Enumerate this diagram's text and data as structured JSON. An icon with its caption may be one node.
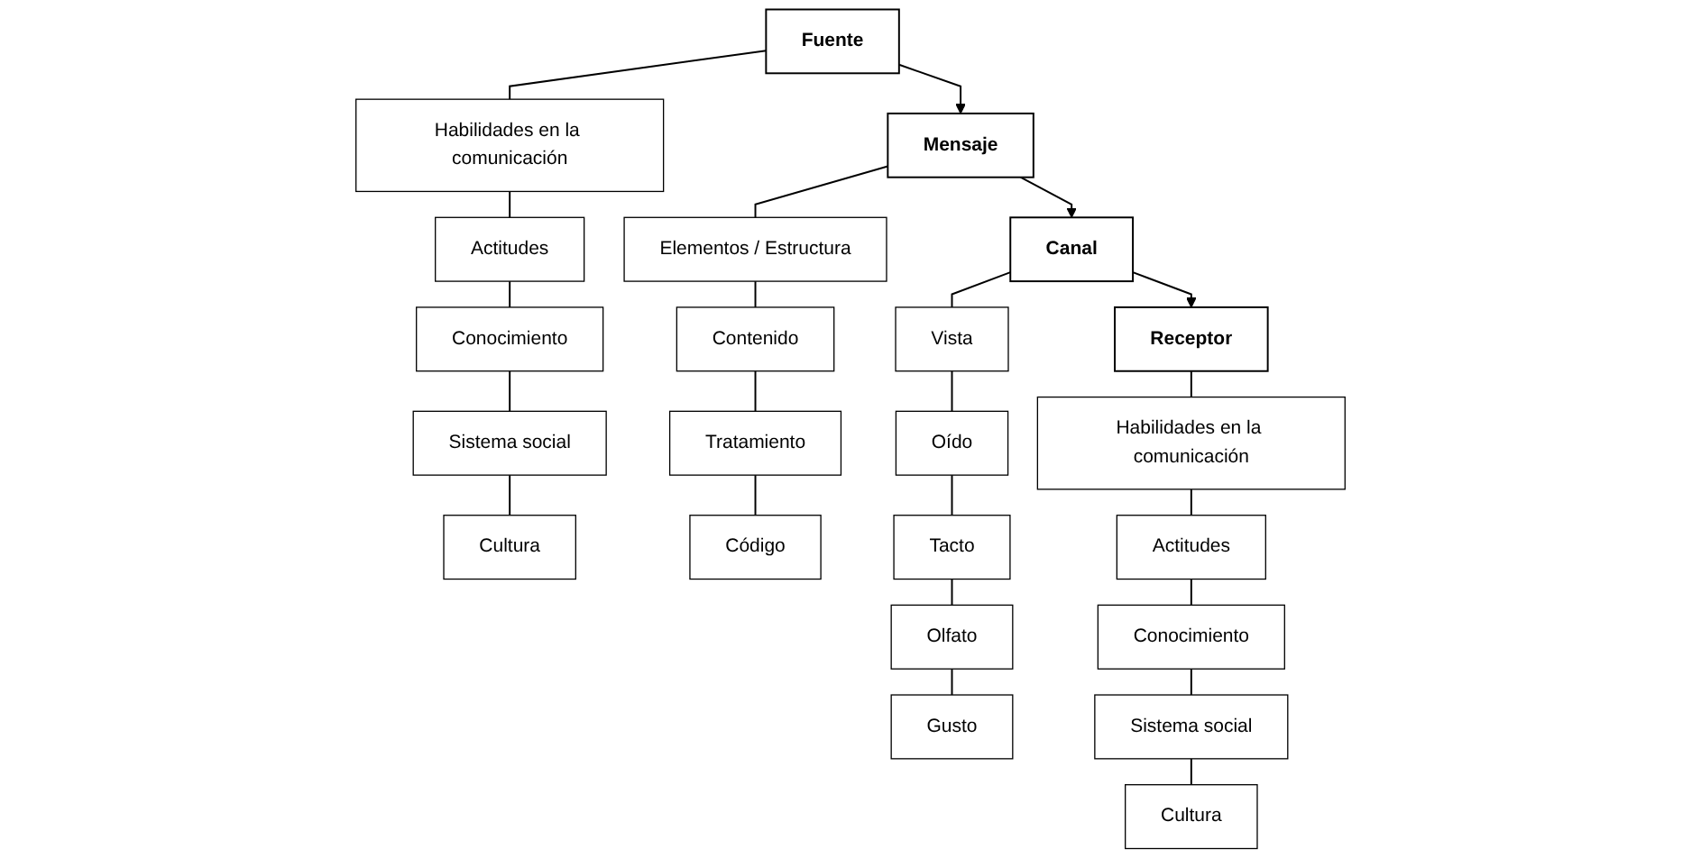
{
  "diagram": {
    "nodes": [
      {
        "text": [
          "Fuente"
        ]
      },
      {
        "text": [
          "Habilidades en la comunicación"
        ]
      },
      {
        "text": [
          "Actitudes"
        ]
      },
      {
        "text": [
          "Conocimiento"
        ]
      },
      {
        "text": [
          "Sistema social"
        ]
      },
      {
        "text": [
          "Cultura"
        ]
      },
      {
        "text": [
          "Mensaje"
        ]
      },
      {
        "text": [
          "Elementos / Estructura"
        ]
      },
      {
        "text": [
          "Contenido"
        ]
      },
      {
        "text": [
          "Tratamiento"
        ]
      },
      {
        "text": [
          "Código"
        ]
      },
      {
        "text": [
          "Canal"
        ]
      },
      {
        "text": [
          "Vista"
        ]
      },
      {
        "text": [
          "Oído"
        ]
      },
      {
        "text": [
          "Tacto"
        ]
      },
      {
        "text": [
          "Olfato"
        ]
      },
      {
        "text": [
          "Gusto"
        ]
      },
      {
        "text": [
          "Receptor"
        ]
      },
      {
        "text": [
          "Habilidades en la comunicación"
        ]
      },
      {
        "text": [
          "Actitudes"
        ]
      },
      {
        "text": [
          "Conocimiento"
        ]
      },
      {
        "text": [
          "Sistema social"
        ]
      },
      {
        "text": [
          "Cultura"
        ]
      }
    ],
    "edges": [
      {
        "from": 0,
        "to": 6,
        "arrow": "to"
      },
      {
        "from": 6,
        "to": 11,
        "arrow": "to"
      },
      {
        "from": 11,
        "to": 17,
        "arrow": "to"
      },
      {
        "from": 0,
        "to": 1,
        "arrow": "none"
      },
      {
        "from": 1,
        "to": 2,
        "arrow": "none"
      },
      {
        "from": 2,
        "to": 3,
        "arrow": "none"
      },
      {
        "from": 3,
        "to": 4,
        "arrow": "none"
      },
      {
        "from": 4,
        "to": 5,
        "arrow": "none"
      },
      {
        "from": 6,
        "to": 7,
        "arrow": "none"
      },
      {
        "from": 7,
        "to": 8,
        "arrow": "none"
      },
      {
        "from": 8,
        "to": 9,
        "arrow": "none"
      },
      {
        "from": 9,
        "to": 10,
        "arrow": "none"
      },
      {
        "from": 11,
        "to": 12,
        "arrow": "none"
      },
      {
        "from": 12,
        "to": 13,
        "arrow": "none"
      },
      {
        "from": 13,
        "to": 14,
        "arrow": "none"
      },
      {
        "from": 14,
        "to": 15,
        "arrow": "none"
      },
      {
        "from": 15,
        "to": 16,
        "arrow": "none"
      },
      {
        "from": 17,
        "to": 18,
        "arrow": "none"
      },
      {
        "from": 18,
        "to": 19,
        "arrow": "none"
      },
      {
        "from": 19,
        "to": 20,
        "arrow": "none"
      },
      {
        "from": 20,
        "to": 21,
        "arrow": "none"
      },
      {
        "from": 21,
        "to": 22,
        "arrow": "none"
      }
    ]
  }
}
